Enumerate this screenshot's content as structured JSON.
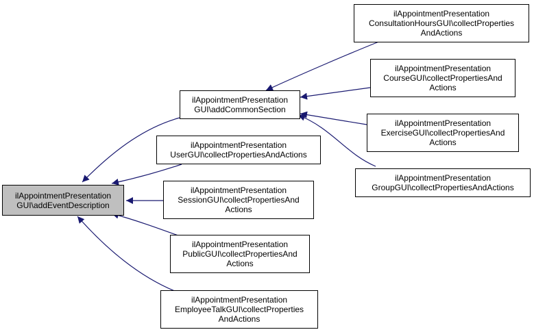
{
  "colors": {
    "edge": "#191970",
    "root_fill": "#bfbfbf",
    "node_fill": "#ffffff",
    "border": "#000000"
  },
  "nodes": {
    "root": {
      "lines": [
        "ilAppointmentPresentation",
        "GUI\\addEventDescription"
      ]
    },
    "common_section": {
      "lines": [
        "ilAppointmentPresentation",
        "GUI\\addCommonSection"
      ]
    },
    "user_gui": {
      "lines": [
        "ilAppointmentPresentation",
        "UserGUI\\collectPropertiesAndActions"
      ]
    },
    "session_gui": {
      "lines": [
        "ilAppointmentPresentation",
        "SessionGUI\\collectPropertiesAnd",
        "Actions"
      ]
    },
    "public_gui": {
      "lines": [
        "ilAppointmentPresentation",
        "PublicGUI\\collectPropertiesAnd",
        "Actions"
      ]
    },
    "employee_talk_gui": {
      "lines": [
        "ilAppointmentPresentation",
        "EmployeeTalkGUI\\collectProperties",
        "AndActions"
      ]
    },
    "consultation_hours_gui": {
      "lines": [
        "ilAppointmentPresentation",
        "ConsultationHoursGUI\\collectProperties",
        "AndActions"
      ]
    },
    "course_gui": {
      "lines": [
        "ilAppointmentPresentation",
        "CourseGUI\\collectPropertiesAnd",
        "Actions"
      ]
    },
    "exercise_gui": {
      "lines": [
        "ilAppointmentPresentation",
        "ExerciseGUI\\collectPropertiesAnd",
        "Actions"
      ]
    },
    "group_gui": {
      "lines": [
        "ilAppointmentPresentation",
        "GroupGUI\\collectPropertiesAndActions"
      ]
    }
  }
}
